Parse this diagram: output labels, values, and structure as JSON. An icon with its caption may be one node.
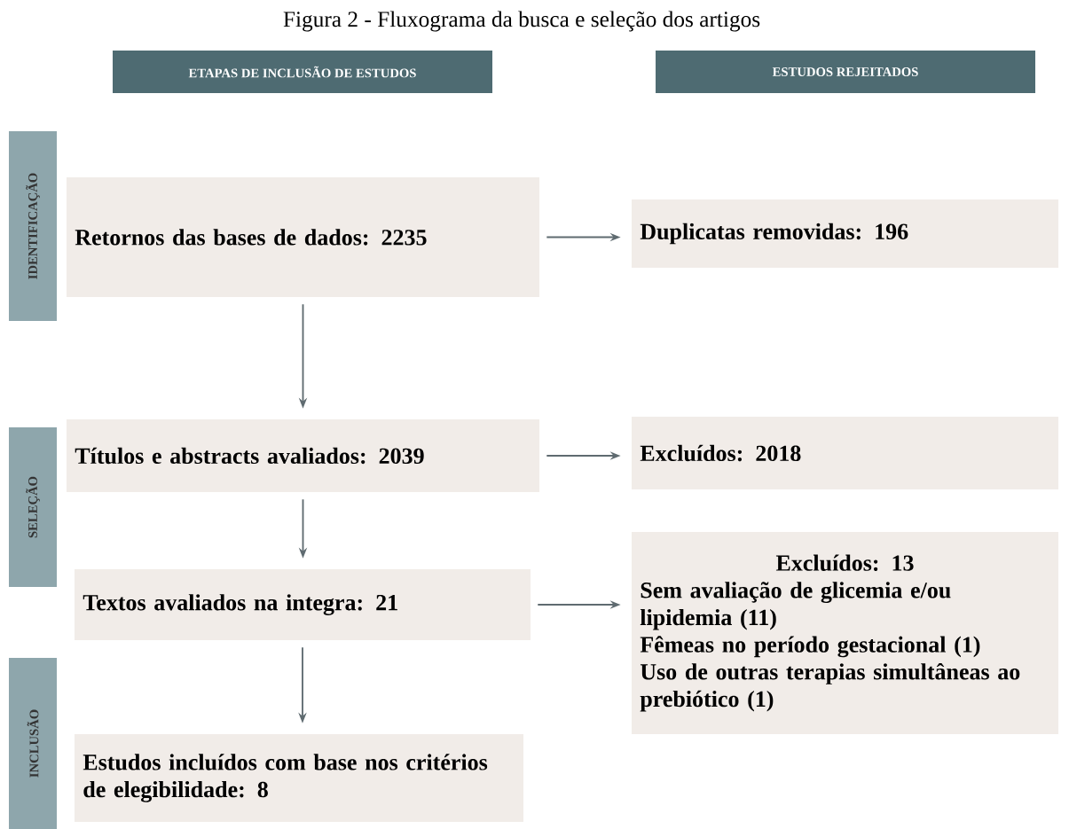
{
  "diagram": {
    "title": "Figura 2 - Fluxograma da busca e seleção dos artigos",
    "nodes": [
      {
        "text": [
          "ETAPAS DE INCLUSÃO DE ESTUDOS"
        ]
      },
      {
        "text": [
          "ESTUDOS REJEITADOS"
        ]
      },
      {
        "text": [
          "IDENTIFICAÇÃO"
        ]
      },
      {
        "text": [
          "SELEÇÃO"
        ]
      },
      {
        "text": [
          "INCLUSÃO"
        ]
      },
      {
        "text": [
          "Retornos das bases de dados: 2235"
        ]
      },
      {
        "text": [
          "Duplicatas removidas: 196"
        ]
      },
      {
        "text": [
          "Títulos e abstracts avaliados: 2039"
        ]
      },
      {
        "text": [
          "Excluídos: 2018"
        ]
      },
      {
        "text": [
          "Textos avaliados na integra: 21"
        ]
      },
      {
        "text": [
          "Excluídos: 13",
          "Sem avaliação de glicemia e/ou lipidemia (11)",
          "Fêmeas no período gestacional (1)",
          "Uso de outras terapias simultâneas ao prebiótico (1)"
        ]
      },
      {
        "text": [
          "Estudos incluídos com base nos critérios de elegibilidade: 8"
        ]
      }
    ],
    "edges": [
      {
        "from": 5,
        "to": 6,
        "arrow": "to"
      },
      {
        "from": 5,
        "to": 7,
        "arrow": "to"
      },
      {
        "from": 7,
        "to": 8,
        "arrow": "to"
      },
      {
        "from": 7,
        "to": 9,
        "arrow": "to"
      },
      {
        "from": 9,
        "to": 10,
        "arrow": "to"
      },
      {
        "from": 9,
        "to": 11,
        "arrow": "to"
      }
    ]
  }
}
